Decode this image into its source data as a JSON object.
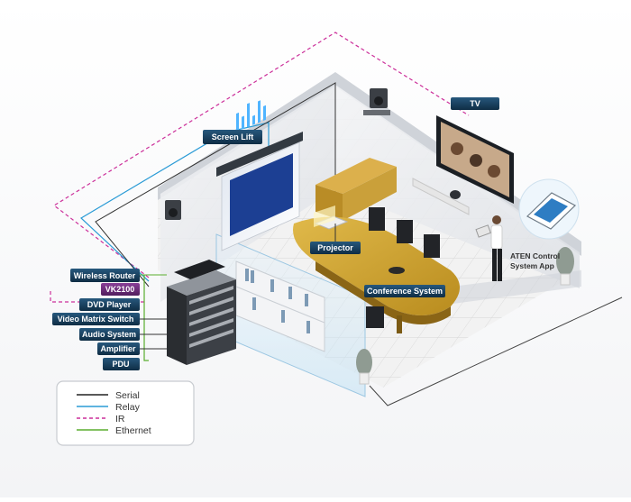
{
  "labels": {
    "screen_lift": "Screen Lift",
    "tv": "TV",
    "projector": "Projector",
    "conference_system": "Conference System",
    "aten_app_line1": "ATEN Control",
    "aten_app_line2": "System App"
  },
  "rack_devices": [
    {
      "label": "Wireless Router"
    },
    {
      "label": "VK2100"
    },
    {
      "label": "DVD Player"
    },
    {
      "label": "Video Matrix Switch"
    },
    {
      "label": "Audio System"
    },
    {
      "label": "Amplifier"
    },
    {
      "label": "PDU"
    }
  ],
  "legend": [
    {
      "label": "Serial",
      "color": "#222222",
      "style": "solid"
    },
    {
      "label": "Relay",
      "color": "#2a9bd6",
      "style": "solid"
    },
    {
      "label": "IR",
      "color": "#cc2f9a",
      "style": "dashed"
    },
    {
      "label": "Ethernet",
      "color": "#5aae2e",
      "style": "solid"
    }
  ],
  "colors": {
    "label_bg": "#173e5c",
    "vk_bg": "#6a2a78",
    "wall": "#e8eaee",
    "floor": "#eeeeee",
    "table": "#c69c2a"
  }
}
